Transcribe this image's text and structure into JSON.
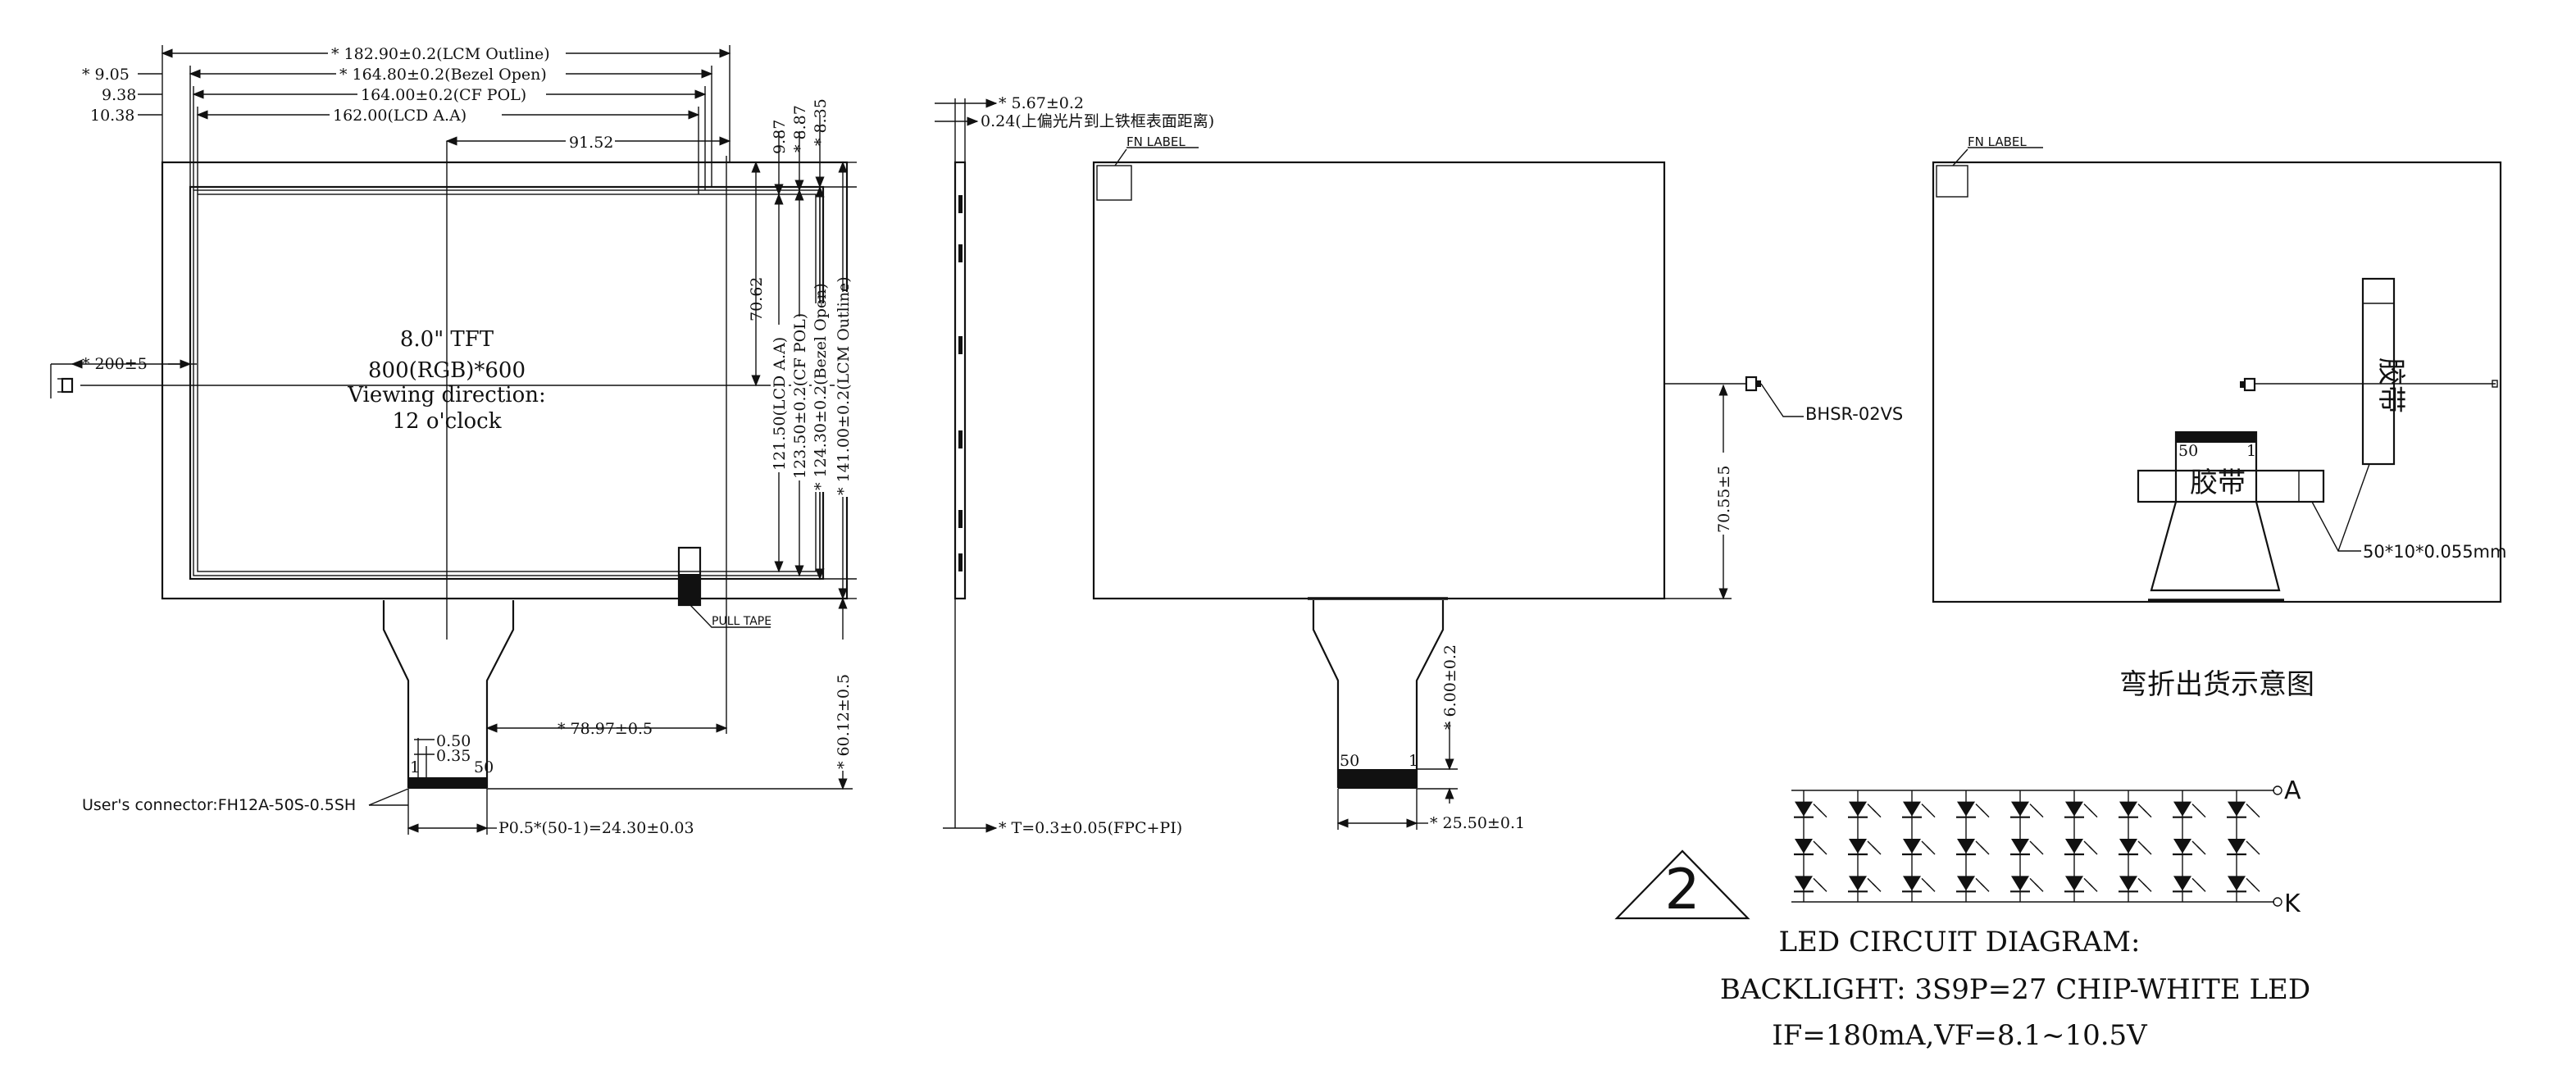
{
  "dims": {
    "lcm_outline_w": "* 182.90±0.2(LCM Outline)",
    "bezel_open_w": "* 164.80±0.2(Bezel Open)",
    "cf_pol_w": "164.00±0.2(CF POL)",
    "lcd_aa_w": "162.00(LCD A.A)",
    "left_905": "* 9.05",
    "left_938": "9.38",
    "left_1038": "10.38",
    "w_9152": "91.52",
    "v_987": "9.87",
    "v_887": "* 8.87",
    "v_835": "* 8.35",
    "v_7062": "70.62",
    "v_lcd_aa": "121.50(LCD A.A)",
    "v_cf_pol": "123.50±0.2(CF POL)",
    "v_bezel": "* 124.30±0.2(Bezel Open)",
    "v_lcm": "* 141.00±0.2(LCM Outline)",
    "cable_len": "* 200±5",
    "fpc_len": "* 60.12±0.5",
    "fpc_offset": "* 78.97±0.5",
    "fpc_050": "0.50",
    "fpc_035": "0.35",
    "pitch": "P0.5*(50-1)=24.30±0.03",
    "side_567": "* 5.67±0.2",
    "side_024": "0.24(上偏光片到上铁框表面距离)",
    "side_t": "* T=0.3±0.05(FPC+PI)",
    "back_6": "* 6.00±0.2",
    "back_2550": "* 25.50±0.1",
    "back_7055": "70.55±5"
  },
  "front": {
    "size": "8.0\" TFT",
    "resolution": "800(RGB)*600",
    "view1": "Viewing direction:",
    "view2": "12 o'clock",
    "pull_tape": "PULL TAPE",
    "connector": "User's connector:FH12A-50S-0.5SH",
    "pin1": "1",
    "pin50": "50"
  },
  "back": {
    "fn_label": "FN LABEL",
    "bhsr": "BHSR-02VS",
    "pin50": "50",
    "pin1": "1"
  },
  "bend": {
    "fn_label": "FN LABEL",
    "tape1": "胶带",
    "tape2": "胶带",
    "tape_spec": "50*10*0.055mm",
    "pin50": "50",
    "pin1": "1",
    "caption": "弯折出货示意图"
  },
  "led": {
    "revision": "2",
    "anode": "A",
    "cathode": "K",
    "title": "LED CIRCUIT DIAGRAM:",
    "backlight": "BACKLIGHT: 3S9P=27 CHIP-WHITE LED",
    "spec": "IF=180mA,VF=8.1~10.5V",
    "strings": 9,
    "series": 3
  }
}
